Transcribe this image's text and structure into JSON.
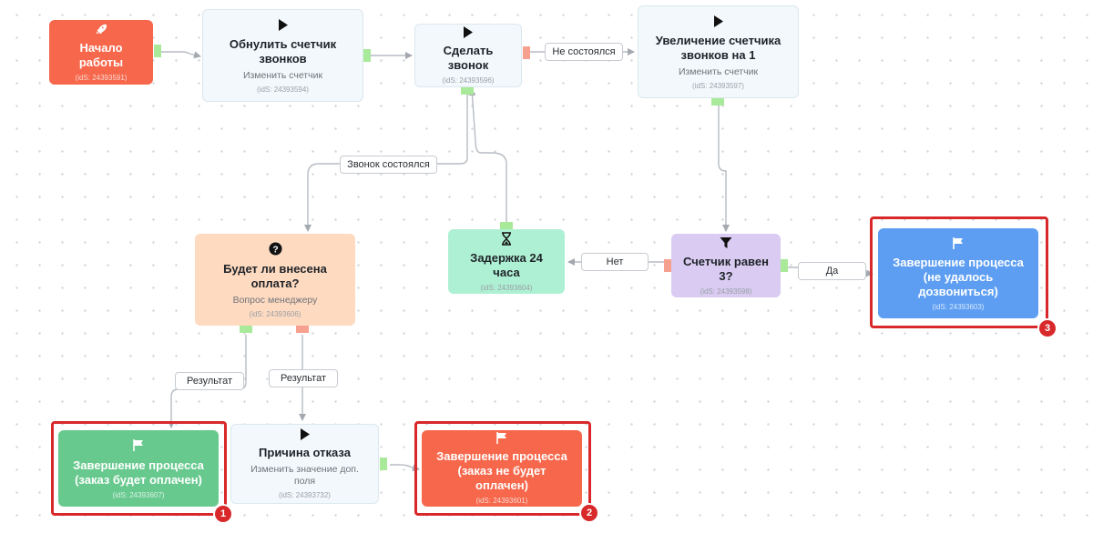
{
  "nodes": {
    "start": {
      "title": "Начало работы",
      "ids": "(idS: 24393591)"
    },
    "reset": {
      "title": "Обнулить счетчик звонков",
      "sub": "Изменить счетчик",
      "ids": "(idS: 24393594)"
    },
    "call": {
      "title": "Сделать звонок",
      "ids": "(idS: 24393596)"
    },
    "increase": {
      "title": "Увеличение счетчика звонков на 1",
      "sub": "Изменить счетчик",
      "ids": "(idS: 24393597)"
    },
    "question": {
      "title": "Будет ли внесена оплата?",
      "sub": "Вопрос менеджеру",
      "ids": "(idS: 24393606)"
    },
    "delay": {
      "title": "Задержка 24 часа",
      "ids": "(idS: 24393604)"
    },
    "counter": {
      "title": "Счетчик равен 3?",
      "ids": "(idS: 24393598)"
    },
    "end_failed": {
      "title": "Завершение процесса (не удалось дозвониться)",
      "ids": "(idS: 24393603)"
    },
    "end_paid": {
      "title": "Завершение процесса (заказ будет оплачен)",
      "ids": "(idS: 24393607)"
    },
    "reason": {
      "title": "Причина отказа",
      "sub": "Изменить значение доп. поля",
      "ids": "(idS: 24393732)"
    },
    "end_unpaid": {
      "title": "Завершение процесса (заказ не будет оплачен)",
      "ids": "(idS: 24393601)"
    }
  },
  "edge_labels": {
    "not_happened": "Не состоялся",
    "happened": "Звонок состоялся",
    "no": "Нет",
    "yes": "Да",
    "result_yes": "Результат",
    "result_no": "Результат"
  },
  "badges": {
    "b1": "1",
    "b2": "2",
    "b3": "3"
  },
  "icons": {
    "start": "rocket-icon",
    "reset": "play-icon",
    "call": "play-icon",
    "increase": "play-icon",
    "question": "question-icon",
    "delay": "hourglass-icon",
    "counter": "filter-icon",
    "end": "flag-icon",
    "reason": "play-icon"
  },
  "colors": {
    "start": "#f6674b",
    "action": "#f2f8fb",
    "delay": "#aef0d3",
    "condition": "#d9cbf1",
    "question": "#fedac0",
    "end_failed": "#5d9ef2",
    "end_paid": "#68c98f",
    "end_unpaid": "#f6674b",
    "highlight": "#d8282a"
  }
}
